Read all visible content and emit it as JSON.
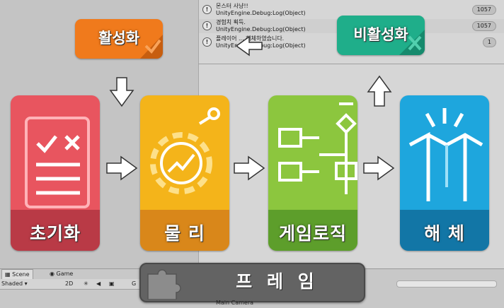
{
  "console": {
    "rows": [
      {
        "line1": "몬스터 사냥!!",
        "line2": "UnityEngine.Debug:Log(Object)",
        "count": "1057"
      },
      {
        "line1": "경험치 획득.",
        "line2": "UnityEngine.Debug:Log(Object)",
        "count": "1057"
      },
      {
        "line1": "플레이어 ... 해체하였습니다.",
        "line2": "UnityEngine.Debug:Log(Object)",
        "count": "1"
      }
    ],
    "icon_glyph": "!"
  },
  "steps": {
    "activate": "활성화",
    "init": "초기화",
    "physics": "물 리",
    "gamelogic": "게임로직",
    "dispose": "해 체",
    "deactivate": "비활성화",
    "frame": "프 레 임"
  },
  "editor": {
    "tab_scene": "Scene",
    "tab_game": "Game",
    "shaded": "Shaded",
    "mode_2d": "2D",
    "gizmos_short": "G",
    "main_camera": "Main Camera"
  },
  "colors": {
    "red": "#e8555f",
    "red_band": "#b93a46",
    "yellow": "#f4b41a",
    "yellow_band": "#d9871a",
    "green": "#8cc63e",
    "green_band": "#5d9e2b",
    "blue": "#1ea6dd",
    "blue_band": "#1276a6",
    "orange": "#f07a1c",
    "teal": "#1fae8a"
  }
}
